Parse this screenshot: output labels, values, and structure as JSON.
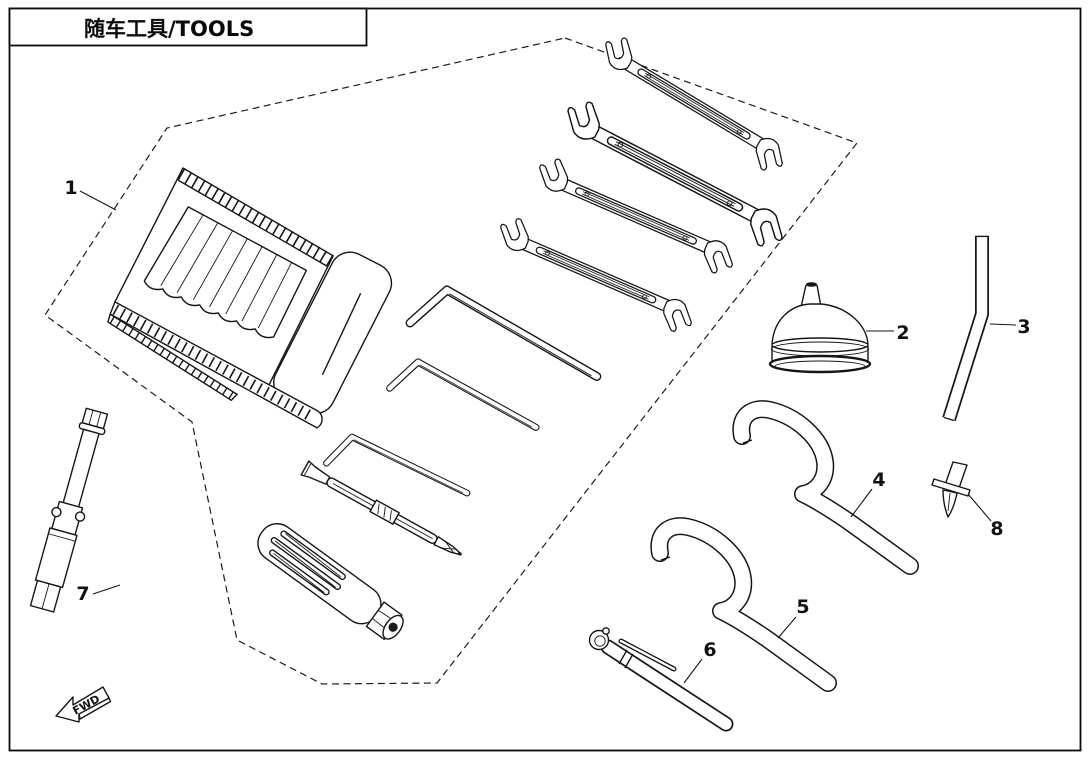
{
  "title": "随车工具/TOOLS",
  "fwd_label": "FWD",
  "callouts": [
    {
      "num": "1"
    },
    {
      "num": "2"
    },
    {
      "num": "3"
    },
    {
      "num": "4"
    },
    {
      "num": "5"
    },
    {
      "num": "6"
    },
    {
      "num": "7"
    },
    {
      "num": "8"
    }
  ]
}
